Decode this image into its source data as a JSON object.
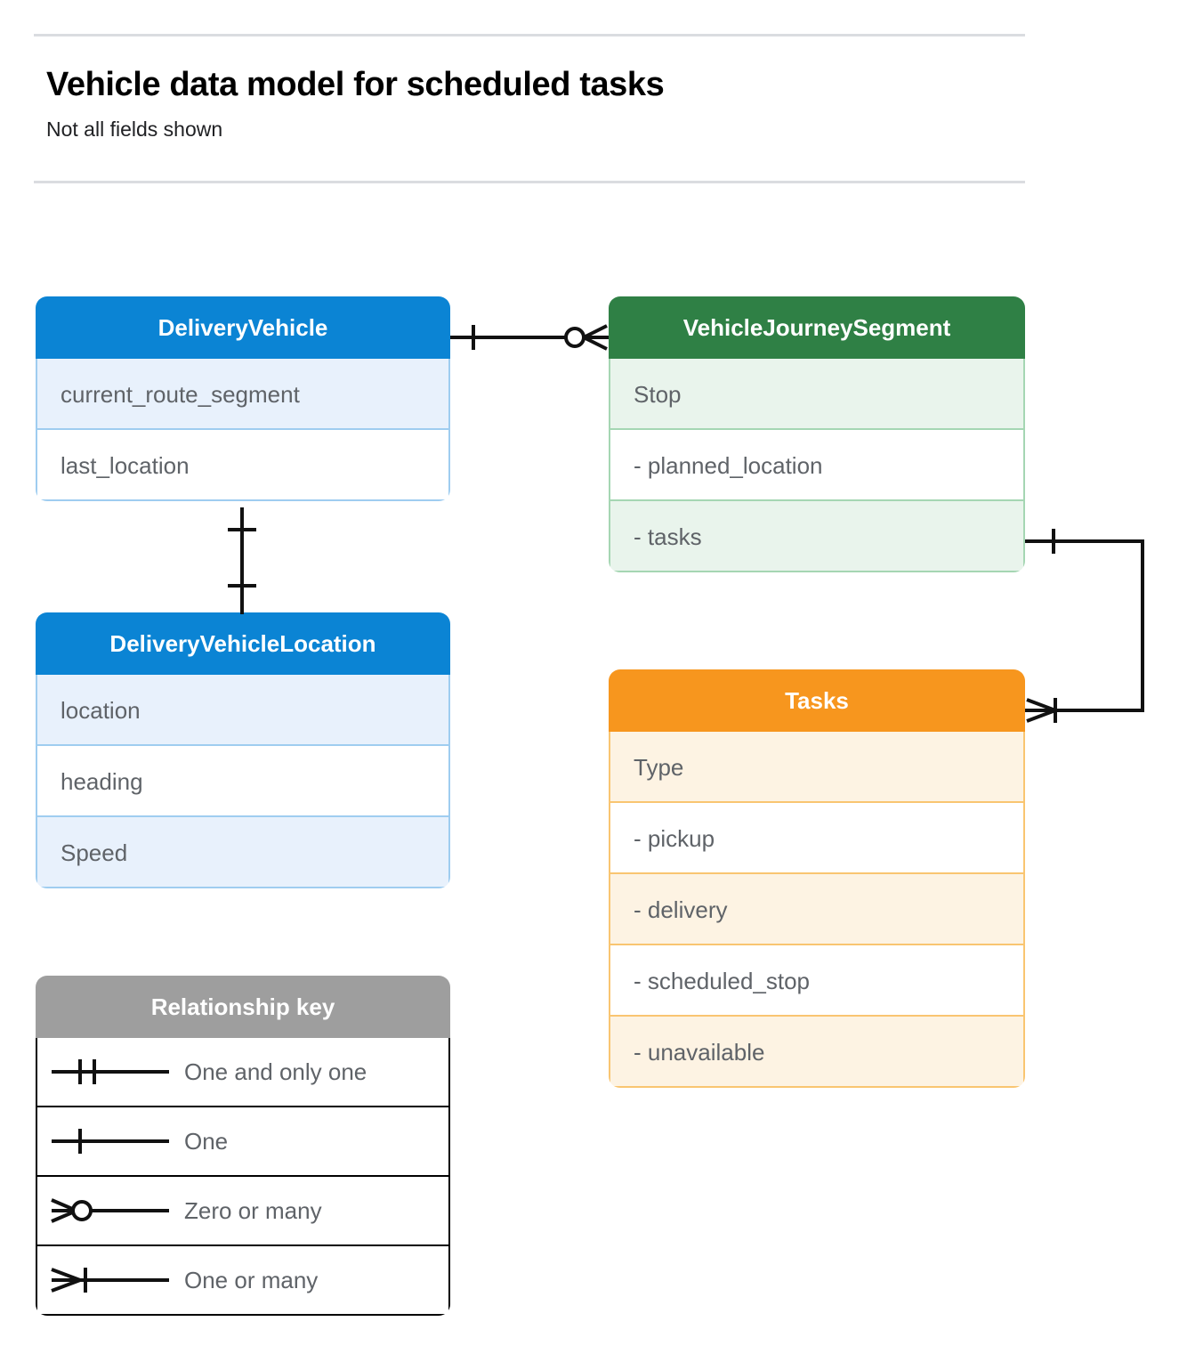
{
  "header": {
    "title": "Vehicle data model for scheduled tasks",
    "subtitle": "Not all fields shown"
  },
  "colors": {
    "blue_header": "#0b84d4",
    "blue_row_alt": "#e8f1fc",
    "blue_border": "#9fcdf0",
    "green_header": "#2f8045",
    "green_row_alt": "#e9f4ec",
    "green_border": "#a5d6b3",
    "orange_header": "#f7961e",
    "orange_row_alt": "#fdf3e3",
    "orange_border": "#f9c571",
    "grey_header": "#9e9e9e",
    "grey_row_alt": "#ececec",
    "grey_border": "#a8a8a8",
    "row_text": "#5f6368",
    "rule": "#dadce0",
    "connector": "#111111"
  },
  "entities": [
    {
      "id": "delivery-vehicle",
      "title": "DeliveryVehicle",
      "theme": "blue",
      "rows": [
        "current_route_segment",
        "last_location"
      ]
    },
    {
      "id": "vehicle-journey-segment",
      "title": "VehicleJourneySegment",
      "theme": "green",
      "rows": [
        "Stop",
        "-  planned_location",
        "- tasks"
      ]
    },
    {
      "id": "delivery-vehicle-location",
      "title": "DeliveryVehicleLocation",
      "theme": "blue",
      "rows": [
        "location",
        "heading",
        "Speed"
      ]
    },
    {
      "id": "tasks",
      "title": "Tasks",
      "theme": "orange",
      "rows": [
        "Type",
        "-  pickup",
        "-  delivery",
        "-  scheduled_stop",
        "-  unavailable"
      ]
    }
  ],
  "legend": {
    "title": "Relationship key",
    "items": [
      {
        "symbol": "one-and-only-one",
        "label": "One and only one"
      },
      {
        "symbol": "one",
        "label": "One"
      },
      {
        "symbol": "zero-or-many",
        "label": "Zero or many"
      },
      {
        "symbol": "one-or-many",
        "label": "One or many"
      }
    ]
  },
  "relationships": [
    {
      "id": "vehicle-to-journey-segment",
      "from": "DeliveryVehicle",
      "to": "VehicleJourneySegment",
      "from_cardinality": "One",
      "to_cardinality": "Zero or many"
    },
    {
      "id": "vehicle-to-vehicle-location",
      "from": "DeliveryVehicle",
      "to": "DeliveryVehicleLocation",
      "from_cardinality": "One",
      "to_cardinality": "One"
    },
    {
      "id": "journey-segment-tasks-to-tasks",
      "from": "VehicleJourneySegment.tasks",
      "to": "Tasks",
      "from_cardinality": "One",
      "to_cardinality": "One or many"
    }
  ]
}
